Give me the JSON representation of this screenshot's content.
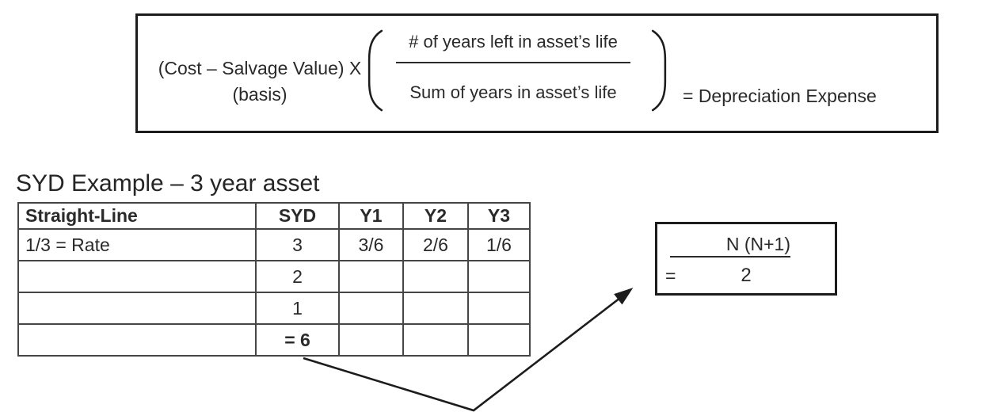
{
  "formula_box": {
    "factor_line1": "(Cost – Salvage Value) X",
    "factor_line2": "(basis)",
    "fraction": {
      "numerator": "# of years left in asset’s life",
      "denominator": "Sum of years in asset’s life"
    },
    "result": "= Depreciation Expense"
  },
  "example": {
    "title": "SYD Example – 3 year asset",
    "table": {
      "headers": [
        "Straight-Line",
        "SYD",
        "Y1",
        "Y2",
        "Y3"
      ],
      "rows": [
        [
          "1/3 = Rate",
          "3",
          "3/6",
          "2/6",
          "1/6"
        ],
        [
          "",
          "2",
          "",
          "",
          ""
        ],
        [
          "",
          "1",
          "",
          "",
          ""
        ],
        [
          "",
          "= 6",
          "",
          "",
          ""
        ]
      ]
    }
  },
  "syd_formula_box": {
    "numerator": "N (N+1)",
    "equals_sign": "=",
    "denominator": "2"
  },
  "colors": {
    "text": "#2b2a2a",
    "box_border": "#1d1c1c",
    "table_border": "#464545",
    "background": "#ffffff"
  }
}
